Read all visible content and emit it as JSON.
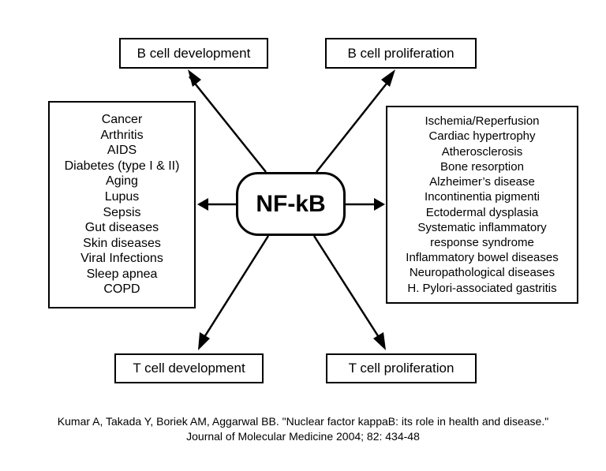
{
  "center_node": "NF-kB",
  "top_left": "B cell development",
  "top_right": "B cell proliferation",
  "bottom_left": "T cell development",
  "bottom_right": "T cell proliferation",
  "left_list": [
    "Cancer",
    "Arthritis",
    "AIDS",
    "Diabetes (type I & II)",
    "Aging",
    "Lupus",
    "Sepsis",
    "Gut diseases",
    "Skin diseases",
    "Viral Infections",
    "Sleep apnea",
    "COPD"
  ],
  "right_list": [
    "Ischemia/Reperfusion",
    "Cardiac hypertrophy",
    "Atherosclerosis",
    "Bone resorption",
    "Alzheimer’s disease",
    "Incontinentia pigmenti",
    "Ectodermal dysplasia",
    "Systematic inflammatory",
    "response syndrome",
    "Inflammatory bowel diseases",
    "Neuropathological diseases",
    "H. Pylori-associated gastritis"
  ],
  "citation": {
    "line1": "Kumar A, Takada Y, Boriek AM, Aggarwal BB.  \"Nuclear factor kappaB: its role in health and disease.\"",
    "line2": "Journal of Molecular Medicine 2004; 82: 434-48"
  }
}
